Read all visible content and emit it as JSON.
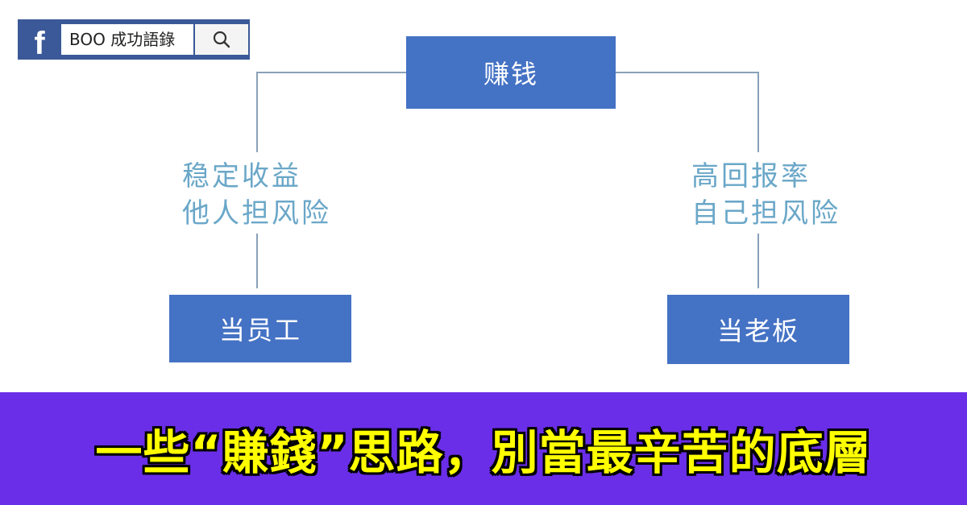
{
  "header": {
    "logo_glyph": "f",
    "search_text": "BOO 成功語錄",
    "search_icon": "search-icon",
    "brand_color": "#3b5998"
  },
  "diagram": {
    "root": "赚钱",
    "left_label_line1": "稳定收益",
    "left_label_line2": "他人担风险",
    "left_node": "当员工",
    "right_label_line1": "高回报率",
    "right_label_line2": "自己担风险",
    "right_node": "当老板",
    "node_color": "#4472c4",
    "label_color": "#6aa7c8"
  },
  "banner": {
    "title": "一些“賺錢”思路，別當最辛苦的底層",
    "background": "#6a2ee8",
    "text_color": "#ffff00"
  }
}
